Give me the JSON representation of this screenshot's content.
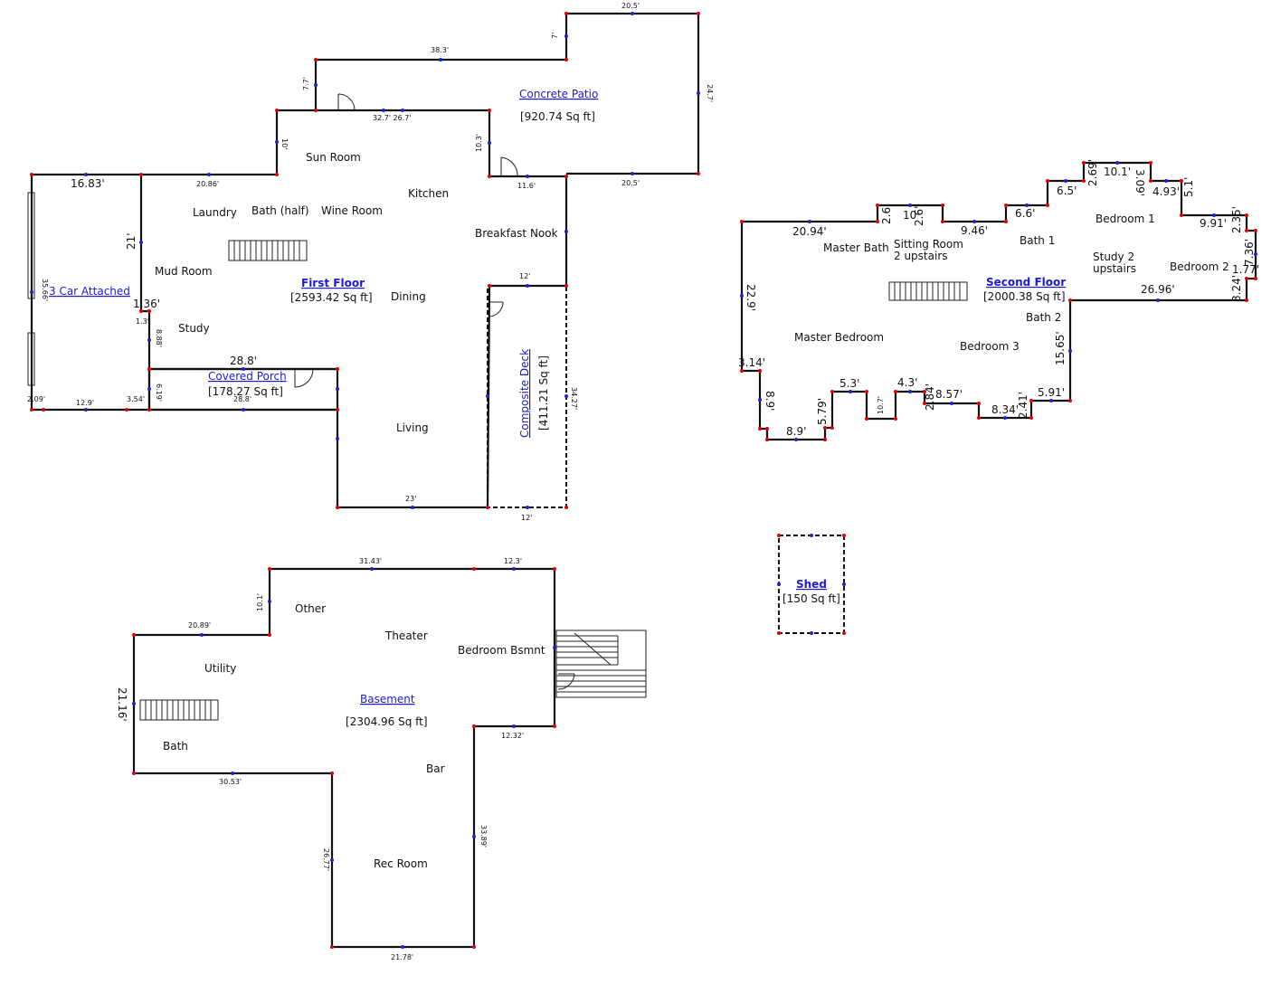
{
  "floors": {
    "first": {
      "title": "First Floor",
      "area": "[2593.42 Sq ft]"
    },
    "second": {
      "title": "Second Floor",
      "area": "[2000.38 Sq ft]"
    },
    "basement": {
      "title": "Basement",
      "area": "[2304.96 Sq ft]"
    },
    "garage": {
      "title": "3 Car Attached"
    },
    "patio": {
      "title": "Concrete Patio",
      "area": "[920.74 Sq ft]"
    },
    "porch": {
      "title": "Covered Porch",
      "area": "[178.27 Sq ft]"
    },
    "deck": {
      "title": "Composite Deck",
      "area": "[411.21 Sq ft]"
    },
    "shed": {
      "title": "Shed",
      "area": "[150 Sq ft]"
    }
  },
  "rooms": {
    "sun_room": "Sun Room",
    "kitchen": "Kitchen",
    "laundry": "Laundry",
    "bath_half": "Bath (half)",
    "wine_room": "Wine Room",
    "breakfast_nook": "Breakfast Nook",
    "mud_room": "Mud Room",
    "dining": "Dining",
    "study": "Study",
    "living": "Living",
    "master_bath": "Master Bath",
    "sitting_room": "Sitting Room",
    "two_upstairs": "2 upstairs",
    "bath1": "Bath 1",
    "bedroom1": "Bedroom 1",
    "study2": "Study 2",
    "upstairs": "upstairs",
    "bedroom2": "Bedroom 2",
    "bath2": "Bath 2",
    "master_bedroom": "Master Bedroom",
    "bedroom3": "Bedroom 3",
    "other": "Other",
    "theater": "Theater",
    "bedroom_bsmnt": "Bedroom Bsmnt",
    "utility": "Utility",
    "bath": "Bath",
    "bar": "Bar",
    "rec_room": "Rec Room"
  },
  "dims": {
    "d1": "20.5'",
    "d2": "38.3'",
    "d3": "7'",
    "d4": "24.7'",
    "d5": "7.7'",
    "d6": "32.7' 26.7'",
    "d7": "10.3'",
    "d8": "10'",
    "d9": "11.6'",
    "d10": "20.5'",
    "d11": "16.83'",
    "d12": "20.86'",
    "d13": "21'",
    "d14": "1.36'",
    "d15": "1.3'",
    "d16": "8.88'",
    "d17": "28.8'",
    "d18": "6.19'",
    "d19": "12'",
    "d20": "23'",
    "d21": "12'",
    "d22": "12.9'",
    "d23": "3.54'",
    "d24": "2.09'",
    "d25": "20.94'",
    "d26": "10'",
    "d27": "9.46'",
    "d28": "6.6'",
    "d29": "6.5'",
    "d30": "10.1'",
    "d31": "4.93'",
    "d32": "9.91'",
    "d33": "26.96'",
    "d34": "22.9'",
    "d35": "3.14'",
    "d36": "15.65'",
    "d37": "5.3'",
    "d38": "4.3'",
    "d39": "8.57'",
    "d40": "5.91'",
    "d41": "8.34'",
    "d42": "8.9'",
    "d43": "1.77'",
    "d44": "5.1'",
    "d45": "31.43'",
    "d46": "12.3'",
    "d47": "20.89'",
    "d48": "10.1'",
    "d49": "21.16'",
    "d50": "30.53'",
    "d51": "12.32'",
    "d52": "33.89'",
    "d53": "26.77'",
    "d54": "21.78'",
    "d55": "34.27'",
    "d56": "35.66'",
    "d57": "2.6'",
    "d58": "2.6'",
    "d59": "3.09'",
    "d60": "2.69'",
    "d61": "8.9'",
    "d62": "5.79'",
    "d63": "2.84'",
    "d64": "2.41'",
    "d65": "8.24'",
    "d66": "7.36'",
    "d67": "2.35'",
    "d68": "28.8'",
    "d69": "10.7'"
  }
}
